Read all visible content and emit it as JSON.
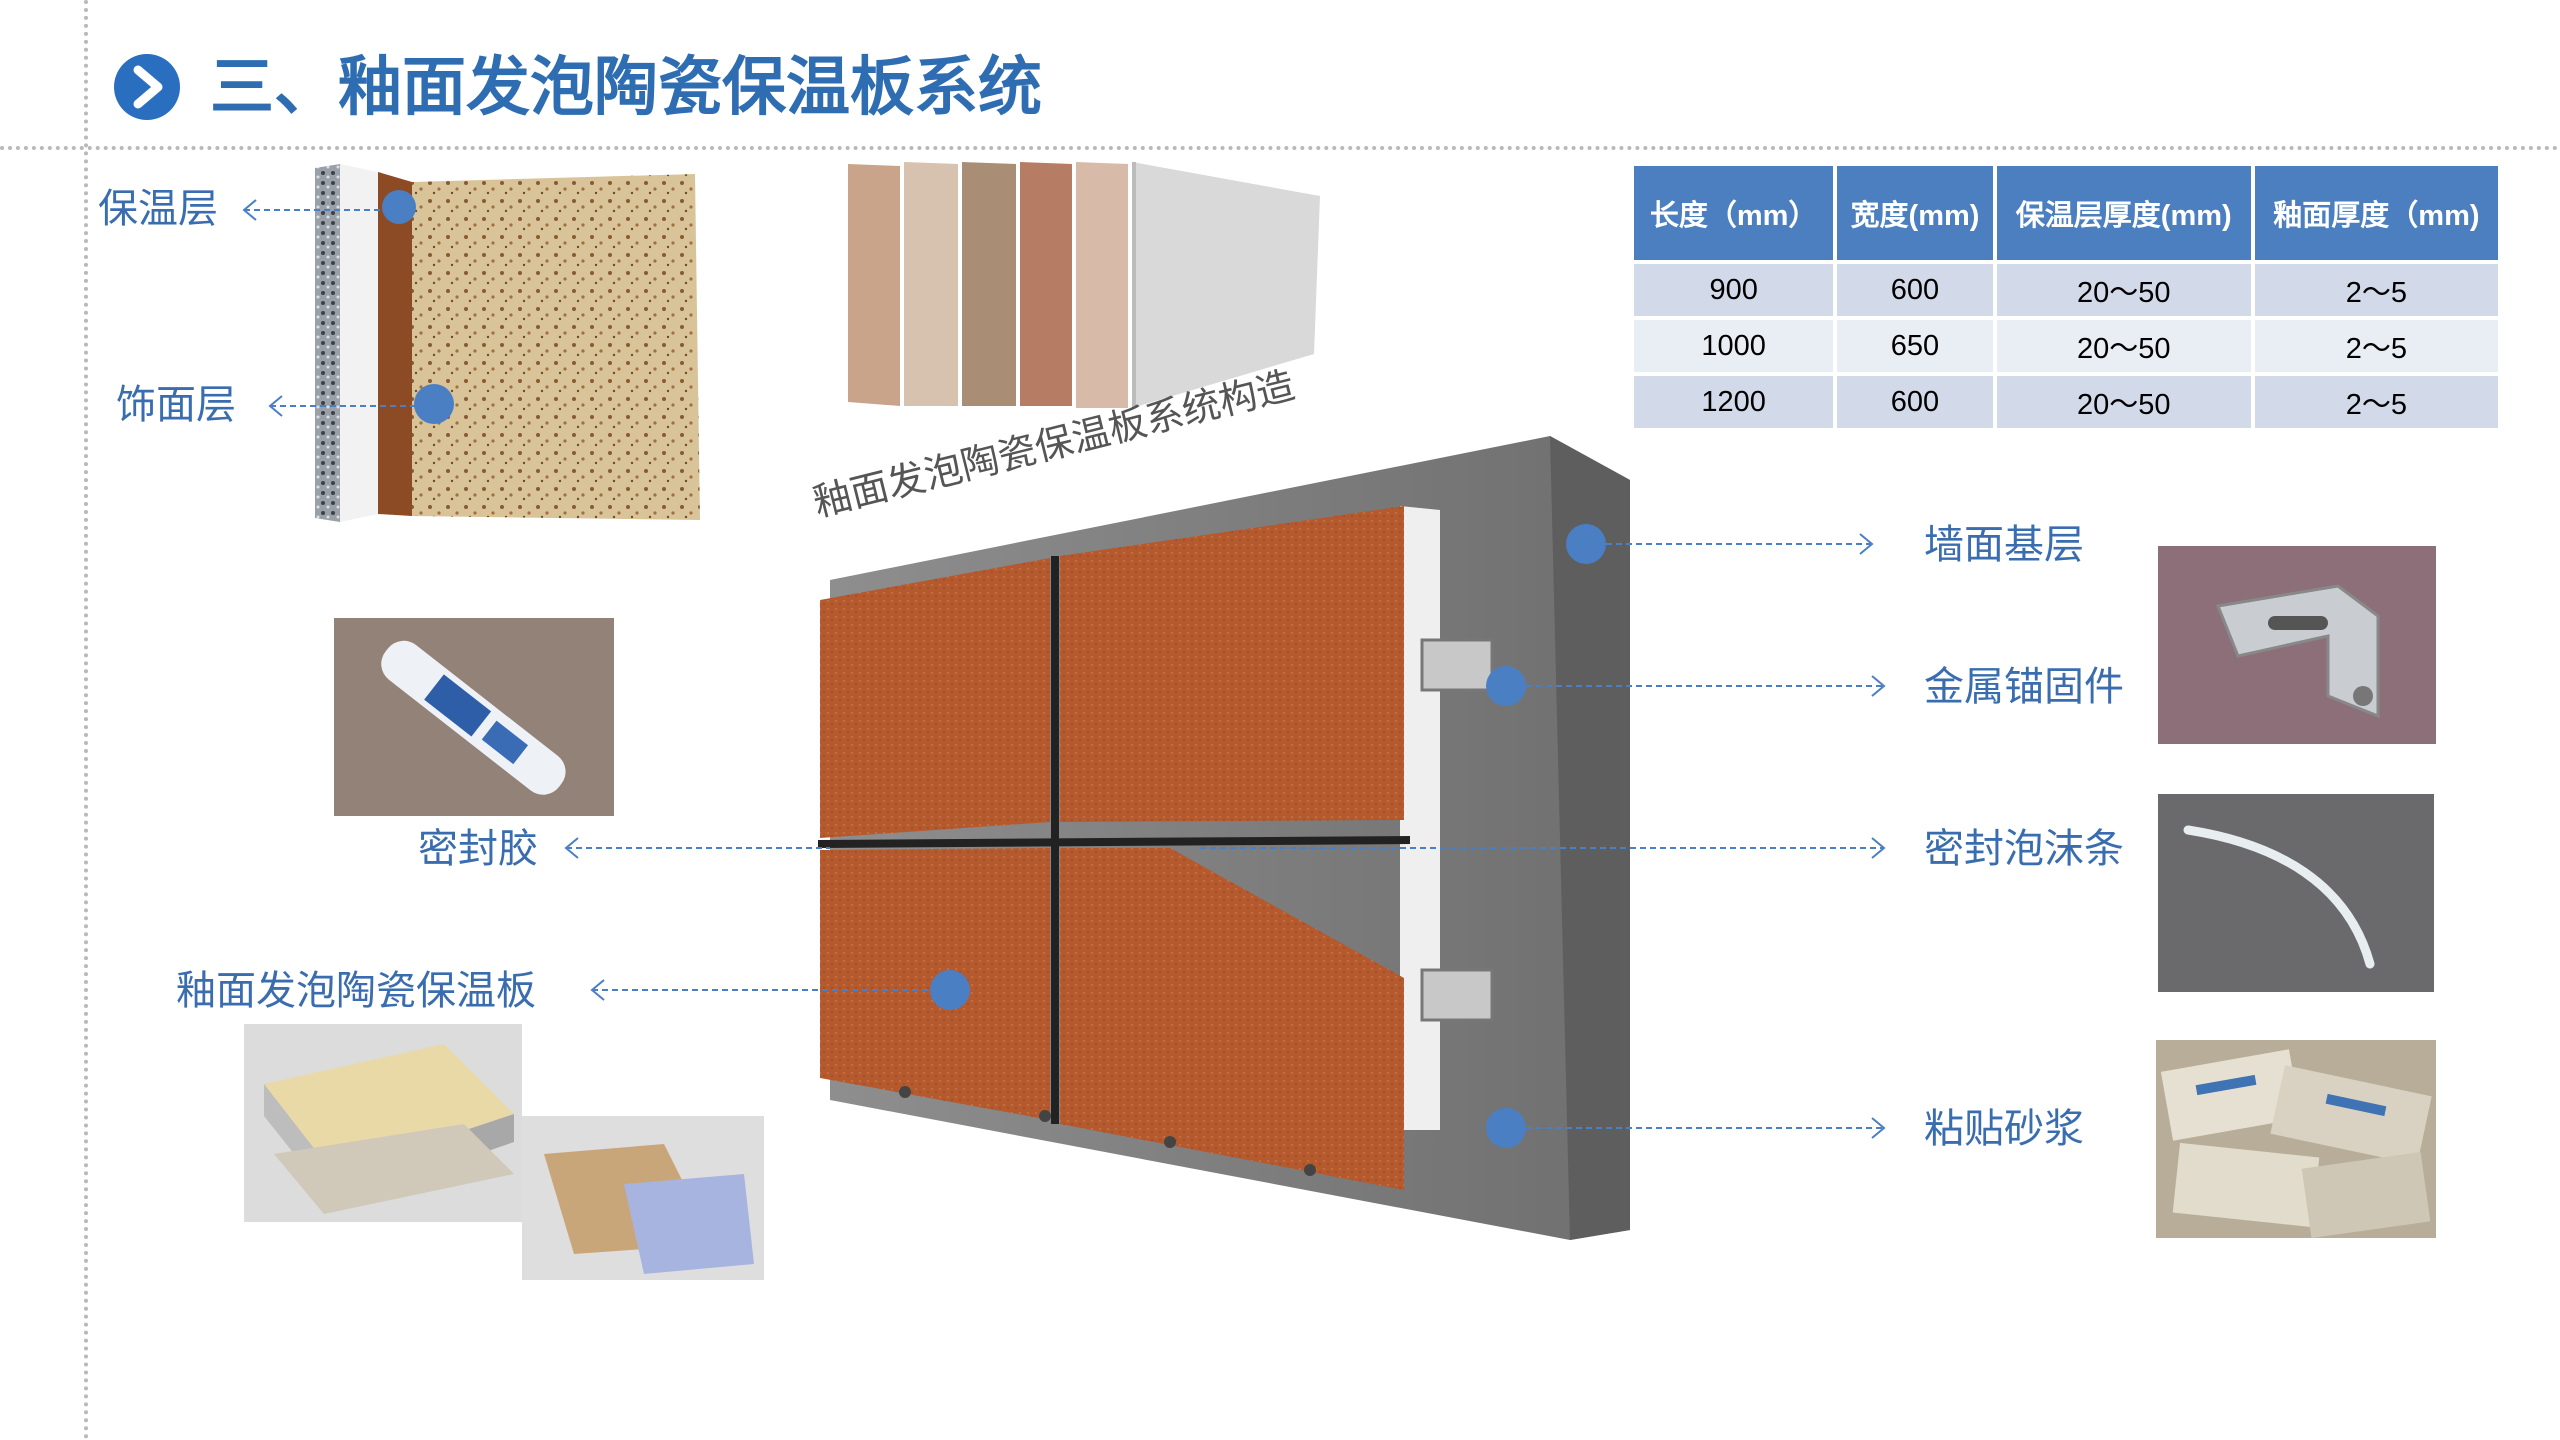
{
  "header": {
    "title": "三、釉面发泡陶瓷保温板系统",
    "icon": "chevron-right-icon"
  },
  "layer_labels": {
    "insulation": "保温层",
    "finish": "饰面层"
  },
  "samples_caption": "釉面发泡陶瓷保温板系统构造",
  "table": {
    "headers": [
      "长度（mm）",
      "宽度(mm)",
      "保温层厚度(mm)",
      "釉面厚度（mm)"
    ],
    "rows": [
      [
        "900",
        "600",
        "20～50",
        "2～5"
      ],
      [
        "1000",
        "650",
        "20～50",
        "2～5"
      ],
      [
        "1200",
        "600",
        "20～50",
        "2～5"
      ]
    ]
  },
  "callouts": {
    "wall_base": "墙面基层",
    "metal_anchor": "金属锚固件",
    "sealant": "密封胶",
    "foam_strip": "密封泡沫条",
    "panel": "釉面发泡陶瓷保温板",
    "mortar": "粘贴砂浆"
  },
  "colors": {
    "accent": "#2f6db3",
    "header_bg": "#4b7fbf",
    "dot": "#4a7fc4",
    "terracotta": "#b85a2e"
  }
}
